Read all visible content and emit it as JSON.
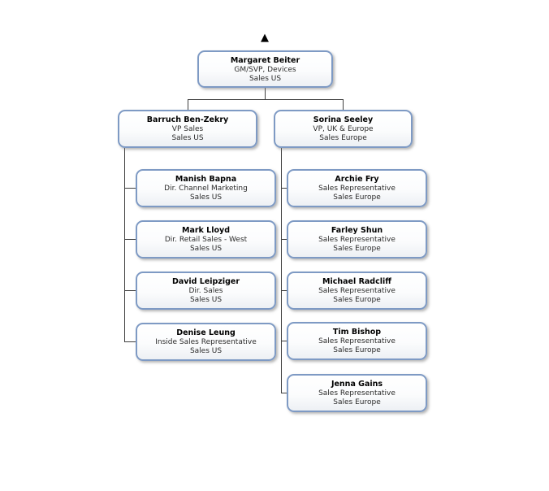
{
  "org_chart": {
    "collapse_indicator": "▲",
    "root": {
      "name": "Margaret Beiter",
      "title": "GM/SVP, Devices",
      "unit": "Sales US"
    },
    "branches": [
      {
        "manager": {
          "name": "Barruch Ben-Zekry",
          "title": "VP Sales",
          "unit": "Sales US"
        },
        "reports": [
          {
            "name": "Manish Bapna",
            "title": "Dir. Channel Marketing",
            "unit": "Sales US"
          },
          {
            "name": "Mark Lloyd",
            "title": "Dir. Retail Sales - West",
            "unit": "Sales US"
          },
          {
            "name": "David Leipziger",
            "title": "Dir. Sales",
            "unit": "Sales US"
          },
          {
            "name": "Denise Leung",
            "title": "Inside Sales Representative",
            "unit": "Sales US"
          }
        ]
      },
      {
        "manager": {
          "name": "Sorina Seeley",
          "title": "VP, UK & Europe",
          "unit": "Sales Europe"
        },
        "reports": [
          {
            "name": "Archie Fry",
            "title": "Sales Representative",
            "unit": "Sales Europe"
          },
          {
            "name": "Farley Shun",
            "title": "Sales Representative",
            "unit": "Sales Europe"
          },
          {
            "name": "Michael Radcliff",
            "title": "Sales Representative",
            "unit": "Sales Europe"
          },
          {
            "name": "Tim Bishop",
            "title": "Sales Representative",
            "unit": "Sales Europe"
          },
          {
            "name": "Jenna Gains",
            "title": "Sales Representative",
            "unit": "Sales Europe"
          }
        ]
      }
    ],
    "colors": {
      "box_border": "#7e9ac4",
      "box_fill_top": "#ffffff",
      "box_fill_bottom": "#edf0f4",
      "connector": "#3f3f3f",
      "arrow": "#000000"
    }
  }
}
